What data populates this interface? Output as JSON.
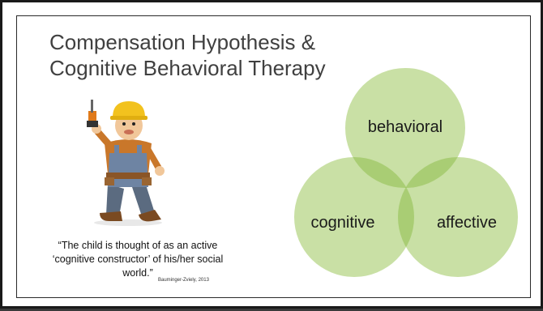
{
  "slide": {
    "title_line1": "Compensation Hypothesis &",
    "title_line2": "Cognitive Behavioral Therapy",
    "quote": "“The child is thought of as an active ‘cognitive constructor’ of his/her social world.”",
    "citation": "Bauminger-Zviely, 2013"
  },
  "venn": {
    "circles": [
      {
        "label": "behavioral"
      },
      {
        "label": "cognitive"
      },
      {
        "label": "affective"
      }
    ],
    "colors": {
      "fill": "#c9e0a5",
      "overlap": "#a9cd74",
      "center": "#92c05a"
    }
  },
  "figure": {
    "icon": "construction-worker-icon"
  }
}
